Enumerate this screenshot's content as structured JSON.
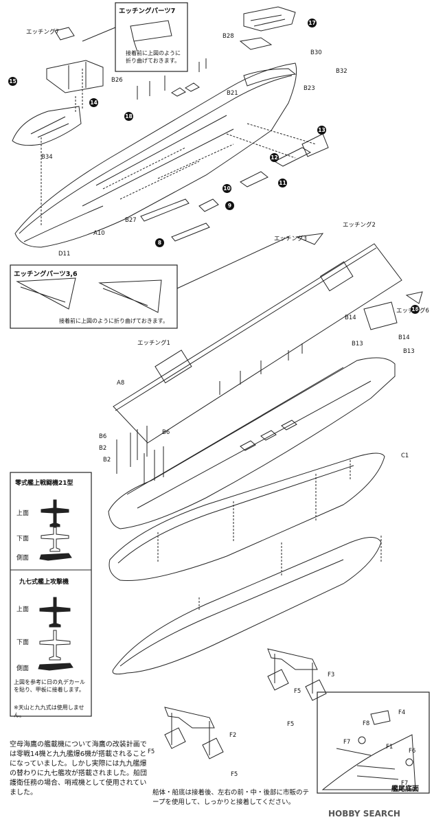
{
  "callouts": {
    "etching7_title": "エッチングパーツ7",
    "etching7_note": "接着前に上図のように\n折り曲げておきます。",
    "etching36_title": "エッチングパーツ3,6",
    "etching36_note": "接着前に上図のように折り曲げておきます。"
  },
  "part_labels": {
    "e7": "エッチング7",
    "b26": "B26",
    "b34": "B34",
    "a10": "A10",
    "d11": "D11",
    "b27": "B27",
    "b28": "B28",
    "b30": "B30",
    "b32": "B32",
    "b21": "B21",
    "b23": "B23",
    "e2": "エッチング2",
    "e3": "エッチング3",
    "e1": "エッチング1",
    "e6": "エッチング6",
    "b14a": "B14",
    "b14b": "B14",
    "b13a": "B13",
    "b13b": "B13",
    "a8": "A8",
    "b6a": "B6",
    "b6b": "B6",
    "b2a": "B2",
    "b2b": "B2",
    "c1": "C1",
    "f3": "F3",
    "f2": "F2",
    "f5a": "F5",
    "f5b": "F5",
    "f5c": "F5",
    "f5d": "F5",
    "f4": "F4",
    "f8": "F8",
    "f7a": "F7",
    "f7b": "F7",
    "f1": "F1",
    "f6": "F6"
  },
  "step_numbers": {
    "n8": "8",
    "n9": "9",
    "n10": "10",
    "n11": "11",
    "n12": "12",
    "n13": "13",
    "n14": "14",
    "n15": "15",
    "n16": "16",
    "n17": "17",
    "n18": "18"
  },
  "aircraft": {
    "zero_title": "零式艦上戦闘機21型",
    "kate_title": "九七式艦上攻撃機",
    "top": "上面",
    "bottom": "下面",
    "side": "側面",
    "decal_note": "上図を参考に日の丸デカールを貼り、甲板に接着します。",
    "decal_note2": "※天山と九九式は使用しません。"
  },
  "notes": {
    "history": "空母海鷹の艦載機について海鷹の改装計画では零戦14機と九九艦爆6機が搭載されることになっていました。しかし実際には九九艦爆の替わりに九七艦攻が搭載されました。船団護衛任務の場合、哨戒機として使用されていました。",
    "glue": "船体・船底は接着後、左右の前・中・後部に市販のテープを使用して、しっかりと接着してください。",
    "stern_title": "艦尾底面",
    "watermark": "HOBBY SEARCH"
  }
}
